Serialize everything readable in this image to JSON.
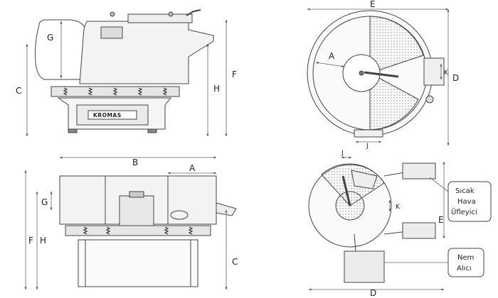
{
  "dimension_labels": {
    "side_view": {
      "g": "G",
      "c": "C",
      "h": "H",
      "f": "F"
    },
    "top_view": {
      "e": "E",
      "a": "A",
      "k": "K",
      "d": "D",
      "j": "J"
    },
    "front_view": {
      "b": "B",
      "a": "A",
      "g": "G",
      "f": "F",
      "h": "H",
      "c": "C"
    },
    "plan_view": {
      "j": "J",
      "k": "K",
      "e": "E",
      "d": "D"
    }
  },
  "brand_plate": "KROMAS",
  "callouts": {
    "heater": {
      "line1": "Sıcak",
      "line2": "Hava",
      "line3": "Üfleyici"
    },
    "dehumidifier": {
      "line1": "Nem",
      "line2": "Alıcı"
    }
  }
}
